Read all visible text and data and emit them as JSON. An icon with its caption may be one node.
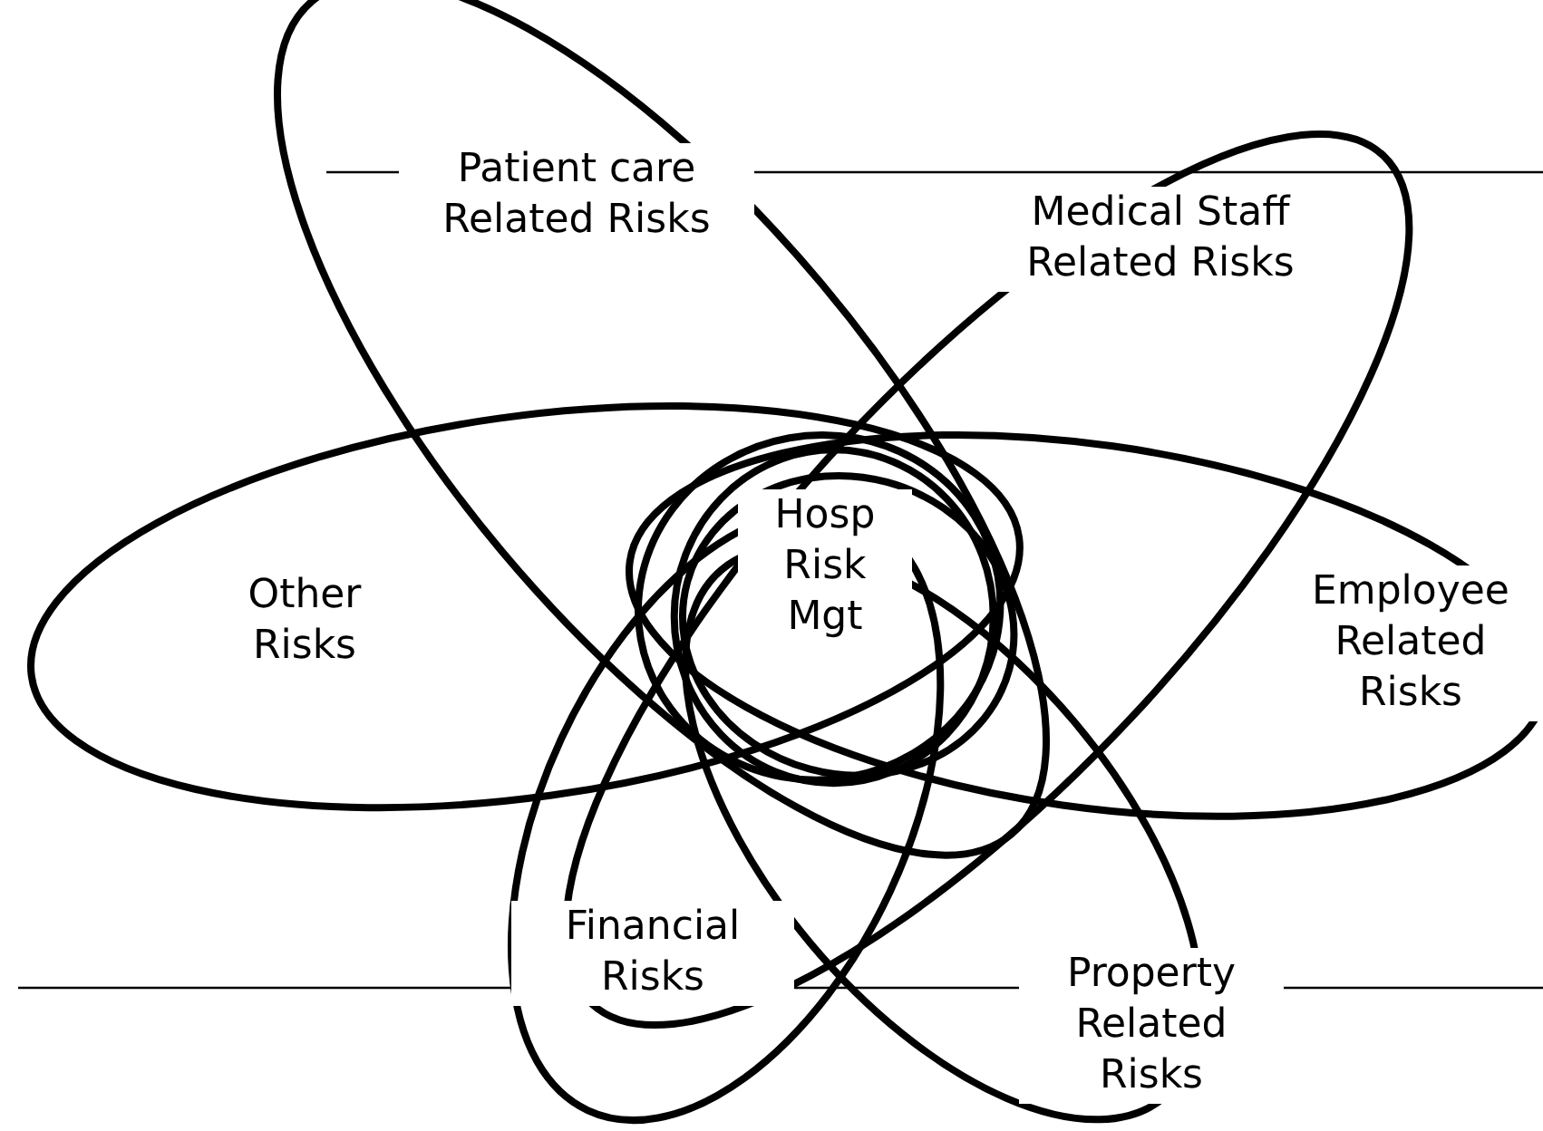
{
  "diagram": {
    "nodes": [
      {
        "text": [
          "Patient care Related Risks"
        ]
      },
      {
        "text": [
          "Medical Staff Related Risks"
        ]
      },
      {
        "text": [
          "Hosp Risk Mgt"
        ]
      },
      {
        "text": [
          "Other Risks"
        ]
      },
      {
        "text": [
          "Employee Related Risks"
        ]
      },
      {
        "text": [
          "Financial Risks"
        ]
      },
      {
        "text": [
          "Property Related Risks"
        ]
      }
    ]
  }
}
